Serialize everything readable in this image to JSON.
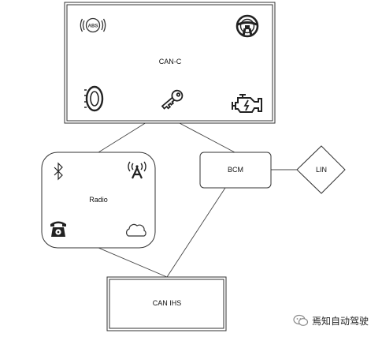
{
  "nodes": {
    "can_c": {
      "label": "CAN-C"
    },
    "radio": {
      "label": "Radio"
    },
    "bcm": {
      "label": "BCM"
    },
    "lin": {
      "label": "LIN"
    },
    "can_ihs": {
      "label": "CAN IHS"
    }
  },
  "icons": {
    "can_c": [
      "abs-warning-icon",
      "steering-wheel-icon",
      "tire-icon",
      "key-icon",
      "engine-icon"
    ],
    "radio": [
      "bluetooth-icon",
      "antenna-icon",
      "telephone-icon",
      "cloud-icon"
    ]
  },
  "watermark": {
    "text": "焉知自动驾驶"
  },
  "colors": {
    "stroke": "#333333",
    "background": "#ffffff"
  }
}
